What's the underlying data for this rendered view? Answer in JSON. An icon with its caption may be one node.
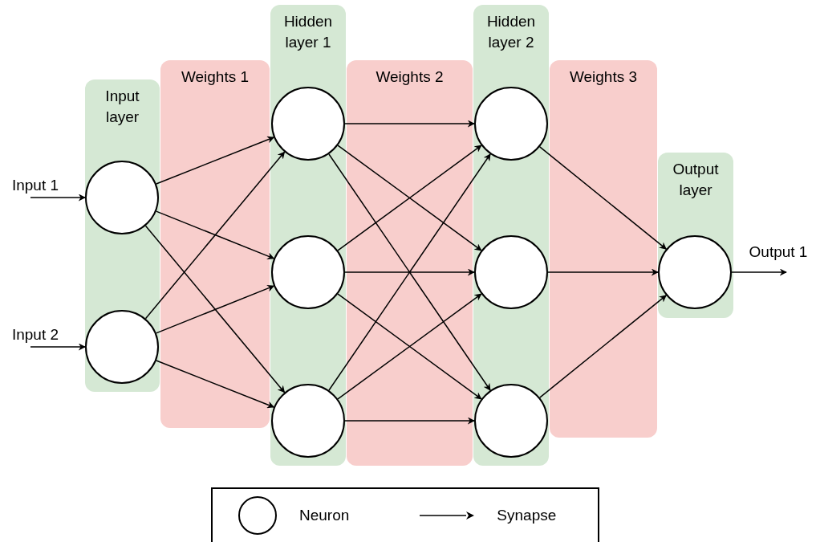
{
  "diagram": {
    "nodes": [
      {
        "text": [
          "Input 1"
        ]
      },
      {
        "text": [
          "Input 2"
        ]
      },
      {
        "text": [
          "Input layer"
        ]
      },
      {
        "text": [],
        "shape": "circle",
        "in": 2
      },
      {
        "text": [],
        "shape": "circle",
        "in": 2
      },
      {
        "text": [
          "Hidden layer 1"
        ]
      },
      {
        "text": [],
        "shape": "circle",
        "in": 5
      },
      {
        "text": [],
        "shape": "circle",
        "in": 5
      },
      {
        "text": [],
        "shape": "circle",
        "in": 5
      },
      {
        "text": [
          "Hidden layer 2"
        ]
      },
      {
        "text": [],
        "shape": "circle",
        "in": 9
      },
      {
        "text": [],
        "shape": "circle",
        "in": 9
      },
      {
        "text": [],
        "shape": "circle",
        "in": 9
      },
      {
        "text": [
          "Output layer"
        ]
      },
      {
        "text": [],
        "shape": "circle",
        "in": 13
      },
      {
        "text": [
          "Output 1"
        ]
      }
    ],
    "edges": [
      {
        "from": 0,
        "to": 3,
        "arrow": "to"
      },
      {
        "from": 1,
        "to": 4,
        "arrow": "to"
      },
      {
        "from": 3,
        "to": 6,
        "arrow": "to"
      },
      {
        "from": 3,
        "to": 7,
        "arrow": "to"
      },
      {
        "from": 3,
        "to": 8,
        "arrow": "to"
      },
      {
        "from": 4,
        "to": 6,
        "arrow": "to"
      },
      {
        "from": 4,
        "to": 7,
        "arrow": "to"
      },
      {
        "from": 4,
        "to": 8,
        "arrow": "to"
      },
      {
        "from": 6,
        "to": 10,
        "arrow": "to"
      },
      {
        "from": 6,
        "to": 11,
        "arrow": "to"
      },
      {
        "from": 6,
        "to": 12,
        "arrow": "to"
      },
      {
        "from": 7,
        "to": 10,
        "arrow": "to"
      },
      {
        "from": 7,
        "to": 11,
        "arrow": "to"
      },
      {
        "from": 7,
        "to": 12,
        "arrow": "to"
      },
      {
        "from": 8,
        "to": 10,
        "arrow": "to"
      },
      {
        "from": 8,
        "to": 11,
        "arrow": "to"
      },
      {
        "from": 8,
        "to": 12,
        "arrow": "to"
      },
      {
        "from": 10,
        "to": 14,
        "arrow": "to"
      },
      {
        "from": 11,
        "to": 14,
        "arrow": "to"
      },
      {
        "from": 12,
        "to": 14,
        "arrow": "to"
      },
      {
        "from": 14,
        "to": 15,
        "arrow": "to"
      }
    ],
    "labels": [
      "Weights 1",
      "Weights 2",
      "Weights 3"
    ],
    "legend": [
      {
        "text": "Neuron"
      },
      {
        "text": "Synapse"
      }
    ]
  }
}
